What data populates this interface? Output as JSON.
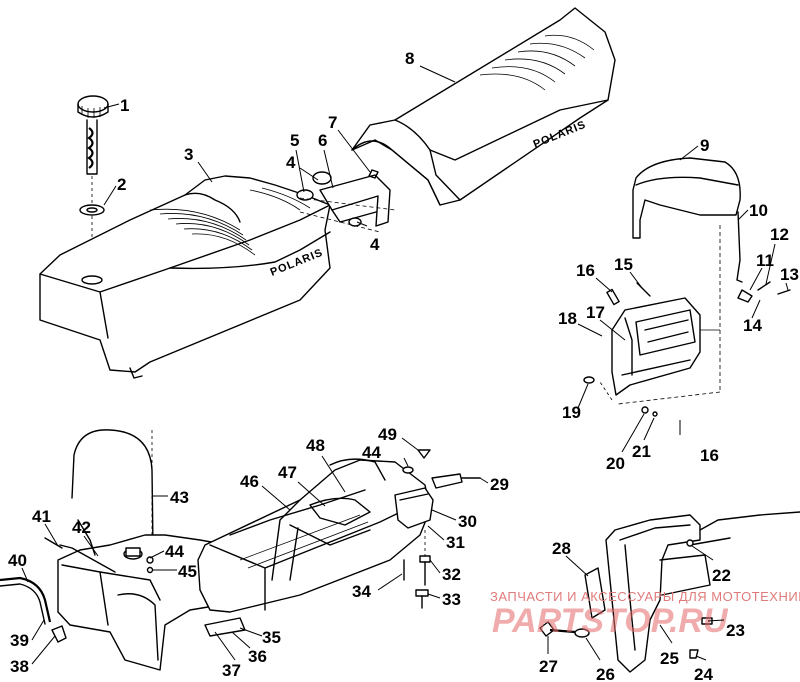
{
  "brand_text": "POLARIS",
  "watermark": {
    "tagline": "ЗАПЧАСТИ И АКСЕССУАРЫ ДЛЯ МОТОТЕХНИКИ",
    "logo": "PARTSTOP.RU",
    "color": "#e46a6a"
  },
  "callouts": [
    "1",
    "2",
    "3",
    "4",
    "5",
    "6",
    "7",
    "8",
    "9",
    "10",
    "11",
    "12",
    "13",
    "14",
    "15",
    "16",
    "17",
    "18",
    "19",
    "20",
    "21",
    "22",
    "23",
    "24",
    "25",
    "26",
    "27",
    "28",
    "29",
    "30",
    "31",
    "32",
    "33",
    "34",
    "35",
    "36",
    "37",
    "38",
    "39",
    "40",
    "41",
    "42",
    "43",
    "44",
    "45",
    "46",
    "47",
    "48",
    "49"
  ]
}
